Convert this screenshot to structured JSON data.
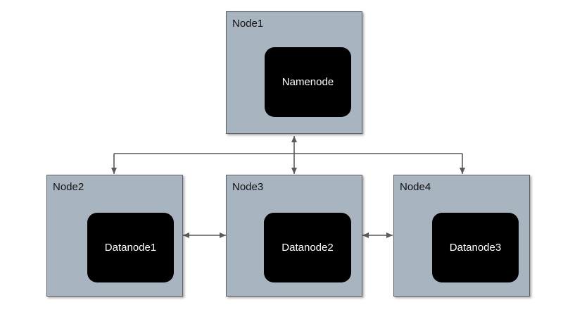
{
  "colors": {
    "node_fill": "#a9b4c1",
    "node_border": "#5f6368",
    "process_fill": "#000000",
    "process_text": "#ffffff",
    "connector": "#595959"
  },
  "nodes": {
    "node1": {
      "label": "Node1",
      "process": "Namenode"
    },
    "node2": {
      "label": "Node2",
      "process": "Datanode1"
    },
    "node3": {
      "label": "Node3",
      "process": "Datanode2"
    },
    "node4": {
      "label": "Node4",
      "process": "Datanode3"
    }
  },
  "connections": [
    {
      "from": "node1",
      "to": "node2",
      "arrow": "one-way"
    },
    {
      "from": "node1",
      "to": "node3",
      "arrow": "two-way"
    },
    {
      "from": "node1",
      "to": "node4",
      "arrow": "one-way"
    },
    {
      "from": "node2",
      "to": "node3",
      "arrow": "two-way"
    },
    {
      "from": "node3",
      "to": "node4",
      "arrow": "two-way"
    }
  ]
}
